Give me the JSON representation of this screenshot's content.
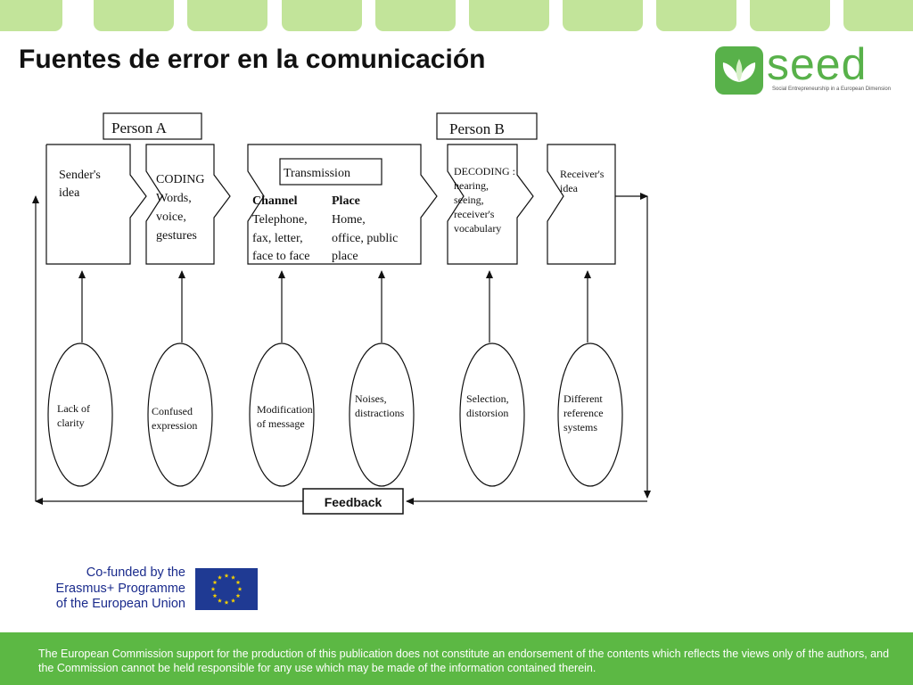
{
  "header": {
    "title": "Fuentes de error en la comunicación"
  },
  "logo": {
    "wordmark": "seed",
    "tagline": "Social Entrepreneurship in a European Dimension",
    "brand_color": "#58b14a",
    "icon": "leaf-icon"
  },
  "diagram": {
    "persons": [
      "Person A",
      "Person B"
    ],
    "stages": {
      "sender": [
        "Sender's",
        "idea"
      ],
      "coding": [
        "CODING",
        "Words,",
        "voice,",
        "gestures"
      ],
      "transmission": {
        "label": "Transmission",
        "channel": {
          "heading": "Channel",
          "lines": [
            "Telephone,",
            "fax, letter,",
            "face to face"
          ]
        },
        "place": {
          "heading": "Place",
          "lines": [
            "Home,",
            "office, public",
            "place"
          ]
        }
      },
      "decoding": [
        "DECODING :",
        "hearing,",
        "seeing,",
        "receiver's",
        "vocabulary"
      ],
      "receiver": [
        "Receiver's",
        "idea"
      ]
    },
    "errors": [
      {
        "lines": [
          "Lack of",
          "clarity"
        ]
      },
      {
        "lines": [
          "Confused",
          "expression"
        ]
      },
      {
        "lines": [
          "Modification",
          "of message"
        ]
      },
      {
        "lines": [
          "Noises,",
          "distractions"
        ]
      },
      {
        "lines": [
          "Selection,",
          "distorsion"
        ]
      },
      {
        "lines": [
          "Different",
          "reference",
          "systems"
        ]
      }
    ],
    "feedback": "Feedback"
  },
  "cofunding": {
    "lines": [
      "Co-funded by the",
      "Erasmus+ Programme",
      "of the European Union"
    ],
    "text_color": "#1a2b8c",
    "flag_color": "#1f3a93",
    "star_color": "#f5d000"
  },
  "footer": {
    "disclaimer": "The European Commission support for the production of this publication does not constitute an endorsement of the contents which reflects the views only of the authors, and the Commission cannot be held responsible for any use which may be made of the information contained therein.",
    "background": "#5cb844"
  },
  "theme": {
    "tab_color": "#c2e49a"
  }
}
